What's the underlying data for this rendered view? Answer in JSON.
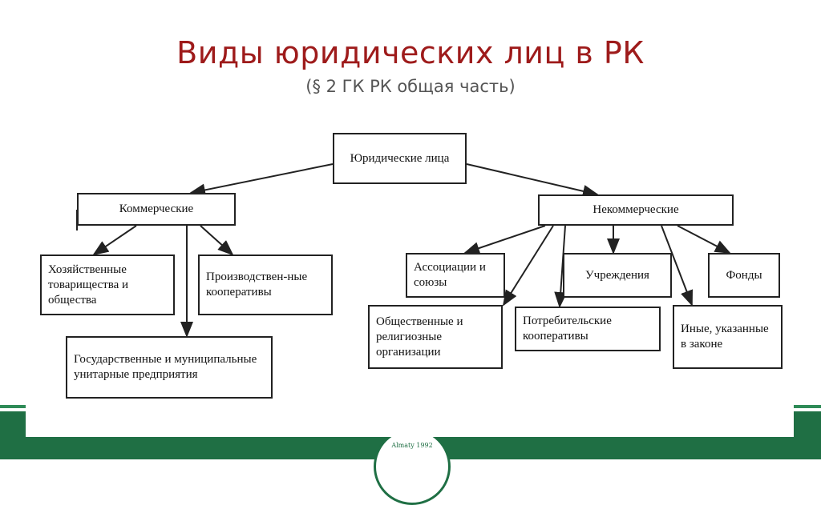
{
  "header": {
    "title": "Виды юридических лиц в РК",
    "subtitle": "(§ 2 ГК РК общая часть)"
  },
  "footer": {
    "emblem_text": "Almaty 1992"
  },
  "diagram": {
    "root": "Юридические лица",
    "commercial": {
      "label": "Коммерческие",
      "children": [
        "Хозяйственные товарищества и общества",
        "Производствен-ные кооперативы",
        "Государственные и муниципальные унитарные предприятия"
      ]
    },
    "noncommercial": {
      "label": "Некоммерческие",
      "children": [
        "Ассоциации и союзы",
        "Учреждения",
        "Фонды",
        "Общественные и религиозные организации",
        "Потребительские кооперативы",
        "Иные, указанные в законе"
      ]
    }
  }
}
